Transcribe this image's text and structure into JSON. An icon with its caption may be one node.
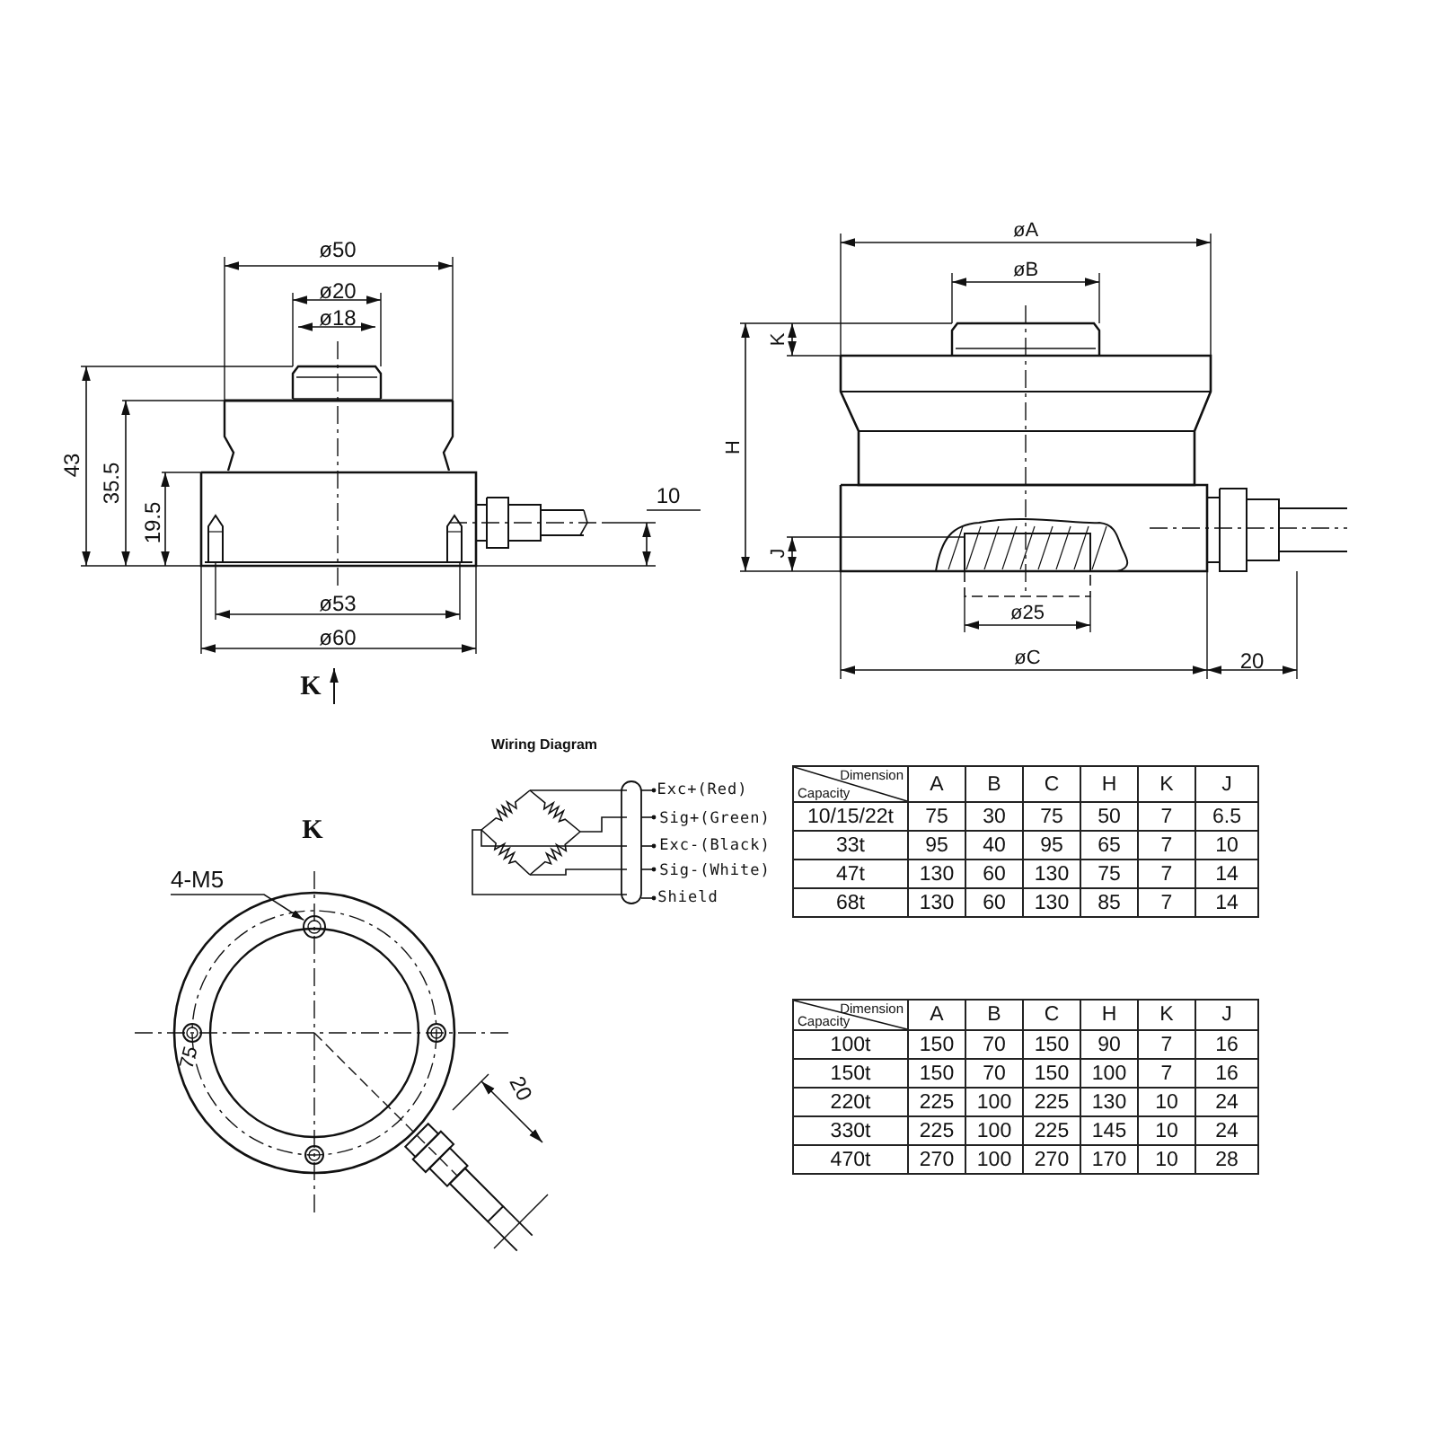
{
  "diagram": {
    "nodes": [
      {
        "text": [
          "4-M5"
        ]
      },
      {
        "text": [],
        "shape": "circle"
      }
    ],
    "edges": [
      {
        "from": 0,
        "to": 1,
        "arrow": "to"
      }
    ],
    "labels": [
      "ø50",
      "ø20",
      "ø18",
      "43",
      "35.5",
      "19.5",
      "10",
      "ø53",
      "ø60",
      "K",
      "øA",
      "øB",
      "K",
      "H",
      "J",
      "ø25",
      "øC",
      "20",
      "Wiring Diagram",
      "Exc+(Red)",
      "Sig+(Green)",
      "Exc-(Black)",
      "Sig-(White)",
      "Shield",
      "K",
      "75",
      "20",
      "Dimension",
      "Capacity",
      "A",
      "B",
      "C",
      "H",
      "K",
      "J",
      "10/15/22t",
      "75",
      "30",
      "75",
      "50",
      "7",
      "6.5",
      "33t",
      "95",
      "40",
      "95",
      "65",
      "7",
      "10",
      "47t",
      "130",
      "60",
      "130",
      "75",
      "7",
      "14",
      "68t",
      "130",
      "60",
      "130",
      "85",
      "7",
      "14",
      "Dimension",
      "Capacity",
      "A",
      "B",
      "C",
      "H",
      "K",
      "J",
      "100t",
      "150",
      "70",
      "150",
      "90",
      "7",
      "16",
      "150t",
      "150",
      "70",
      "150",
      "100",
      "7",
      "16",
      "220t",
      "225",
      "100",
      "225",
      "130",
      "10",
      "24",
      "330t",
      "225",
      "100",
      "225",
      "145",
      "10",
      "24",
      "470t",
      "270",
      "100",
      "270",
      "170",
      "10",
      "28"
    ]
  }
}
